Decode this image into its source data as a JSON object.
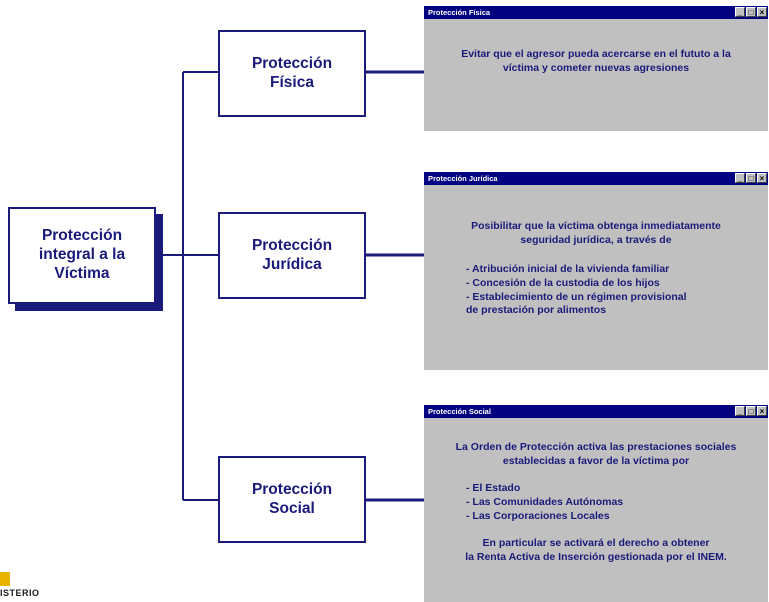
{
  "diagram": {
    "root": {
      "label": "Protección\nintegral a la\nVíctima"
    },
    "branches": [
      {
        "label": "Protección\nFísica"
      },
      {
        "label": "Protección\nJurídica"
      },
      {
        "label": "Protección\nSocial"
      }
    ]
  },
  "windows": {
    "fisica": {
      "title": "Protección Física",
      "text": "Evitar que el agresor pueda acercarse en el fututo a la\nvíctima y cometer nuevas agresiones"
    },
    "juridica": {
      "title": "Protección Jurídica",
      "intro": "Posibilitar que la víctima obtenga inmediatamente\nseguridad jurídica, a través de",
      "items": [
        "- Atribución inicial de la vivienda familiar",
        "- Concesión de la custodia de los hijos",
        "- Establecimiento de un régimen provisional\n  de prestación por alimentos"
      ]
    },
    "social": {
      "title": "Protección Social",
      "intro": "La Orden de Protección activa las prestaciones sociales\nestablecidas a favor de la víctima por",
      "items": [
        "- El Estado",
        "- Las Comunidades Autónomas",
        "- Las Corporaciones Locales"
      ],
      "outro": "En particular se activará el derecho a obtener\nla Renta Activa de Inserción gestionada por el INEM."
    }
  },
  "window_controls": {
    "minimize": "_",
    "maximize": "□",
    "close": "×"
  },
  "logo": {
    "text": "ISTERIO"
  },
  "colors": {
    "text": "#1a1a7a",
    "titlebar": "#000080",
    "panel": "#c0c0c0",
    "logo": "#e8b400"
  }
}
